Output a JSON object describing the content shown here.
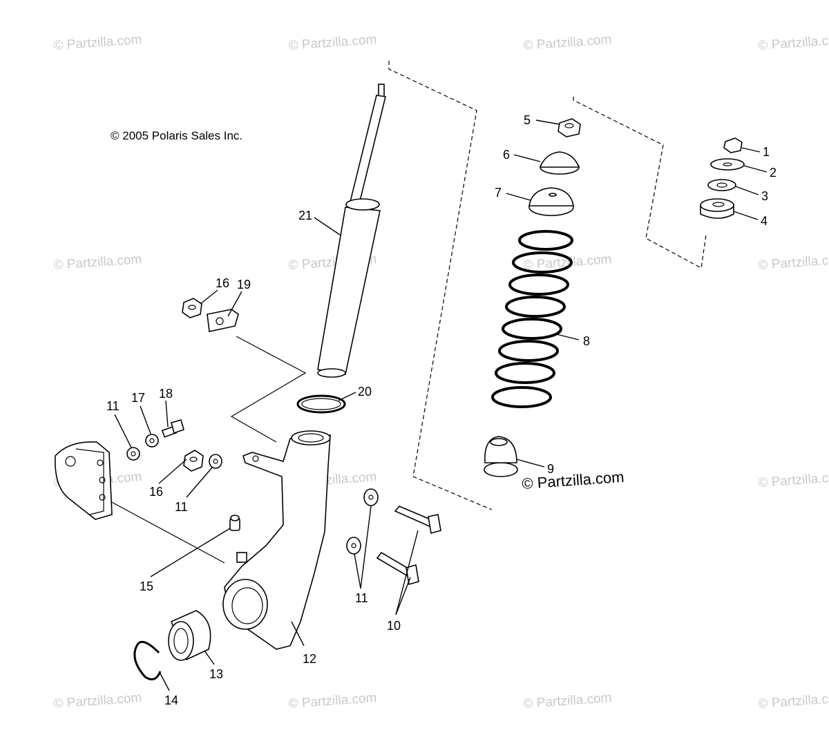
{
  "copyright": "© 2005 Polaris Sales Inc.",
  "watermark": "© Partzilla.com",
  "callouts": {
    "c1": "1",
    "c2": "2",
    "c3": "3",
    "c4": "4",
    "c5": "5",
    "c6": "6",
    "c7": "7",
    "c8": "8",
    "c9": "9",
    "c10": "10",
    "c11a": "11",
    "c11b": "11",
    "c11c": "11",
    "c12": "12",
    "c13": "13",
    "c14": "14",
    "c15": "15",
    "c16a": "16",
    "c16b": "16",
    "c17": "17",
    "c18": "18",
    "c19": "19",
    "c20": "20",
    "c21": "21"
  }
}
